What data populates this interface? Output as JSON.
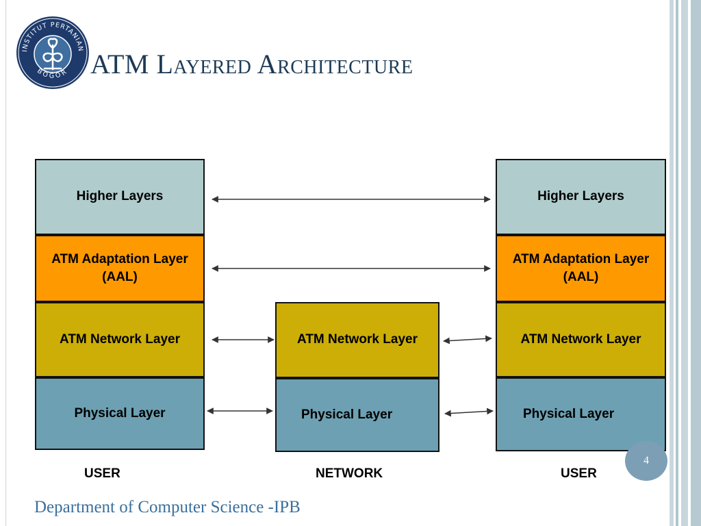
{
  "slide": {
    "title": "ATM Layered Architecture",
    "page_number": "4",
    "footer": "Department of Computer Science -IPB"
  },
  "logo": {
    "top_text": "INSTITUT PERTANIAN",
    "bottom_text": "BOGOR"
  },
  "stacks": {
    "user_left": {
      "label": "USER",
      "higher": "Higher Layers",
      "aal_line1": "ATM Adaptation Layer",
      "aal_line2": "(AAL)",
      "network": "ATM Network Layer",
      "physical": "Physical Layer"
    },
    "network": {
      "label": "NETWORK",
      "network": "ATM Network Layer",
      "physical": "Physical Layer"
    },
    "user_right": {
      "label": "USER",
      "higher": "Higher Layers",
      "aal_line1": "ATM Adaptation Layer",
      "aal_line2": "(AAL)",
      "network": "ATM Network Layer",
      "physical": "Physical Layer"
    }
  },
  "colors": {
    "higher_layers": "#b1cccd",
    "aal": "#ff9900",
    "network_layer": "#ccae07",
    "physical_layer": "#6da0b2",
    "title": "#1d3a55",
    "footer": "#3a6f9c"
  }
}
